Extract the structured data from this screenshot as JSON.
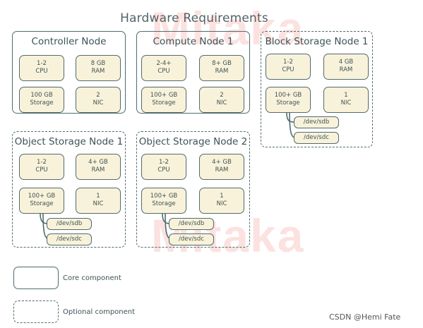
{
  "title": "Hardware Requirements",
  "watermark": "Mitaka",
  "nodes": {
    "controller": {
      "name": "Controller Node",
      "cpu": [
        "1-2",
        "CPU"
      ],
      "ram": [
        "8 GB",
        "RAM"
      ],
      "storage": [
        "100 GB",
        "Storage"
      ],
      "nic": [
        "2",
        "NIC"
      ]
    },
    "compute": {
      "name": "Compute Node 1",
      "cpu": [
        "2-4+",
        "CPU"
      ],
      "ram": [
        "8+ GB",
        "RAM"
      ],
      "storage": [
        "100+ GB",
        "Storage"
      ],
      "nic": [
        "2",
        "NIC"
      ]
    },
    "block": {
      "name": "Block Storage Node 1",
      "cpu": [
        "1-2",
        "CPU"
      ],
      "ram": [
        "4 GB",
        "RAM"
      ],
      "storage": [
        "100+ GB",
        "Storage"
      ],
      "nic": [
        "1",
        "NIC"
      ],
      "disks": [
        "/dev/sdb",
        "/dev/sdc"
      ]
    },
    "object1": {
      "name": "Object Storage Node 1",
      "cpu": [
        "1-2",
        "CPU"
      ],
      "ram": [
        "4+ GB",
        "RAM"
      ],
      "storage": [
        "100+ GB",
        "Storage"
      ],
      "nic": [
        "1",
        "NIC"
      ],
      "disks": [
        "/dev/sdb",
        "/dev/sdc"
      ]
    },
    "object2": {
      "name": "Object Storage Node 2",
      "cpu": [
        "1-2",
        "CPU"
      ],
      "ram": [
        "4+ GB",
        "RAM"
      ],
      "storage": [
        "100+ GB",
        "Storage"
      ],
      "nic": [
        "1",
        "NIC"
      ],
      "disks": [
        "/dev/sdb",
        "/dev/sdc"
      ]
    }
  },
  "legend": {
    "core": "Core component",
    "optional": "Optional component"
  },
  "footer": "CSDN @Hemi Fate",
  "colors": {
    "border": "#516b6e",
    "fill": "#f9f2da",
    "watermark": "#e8251b"
  }
}
